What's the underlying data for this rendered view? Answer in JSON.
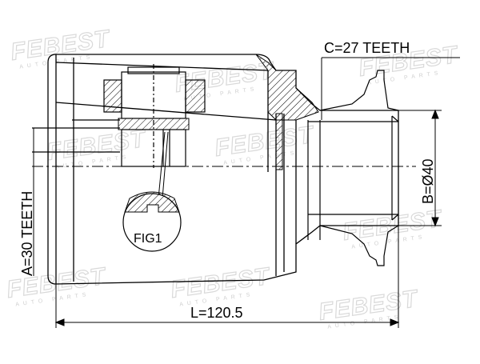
{
  "watermark": {
    "brand": "FEBEST",
    "tagline": "AUTO PARTS"
  },
  "labels": {
    "spline_outer": "C=27 TEETH",
    "spline_inner": "A=30 TEETH",
    "diameter": "B=Ø40",
    "length": "L=120.5",
    "figure": "FIG1"
  },
  "colors": {
    "line": "#000000",
    "watermark": "#d9d9d9"
  }
}
